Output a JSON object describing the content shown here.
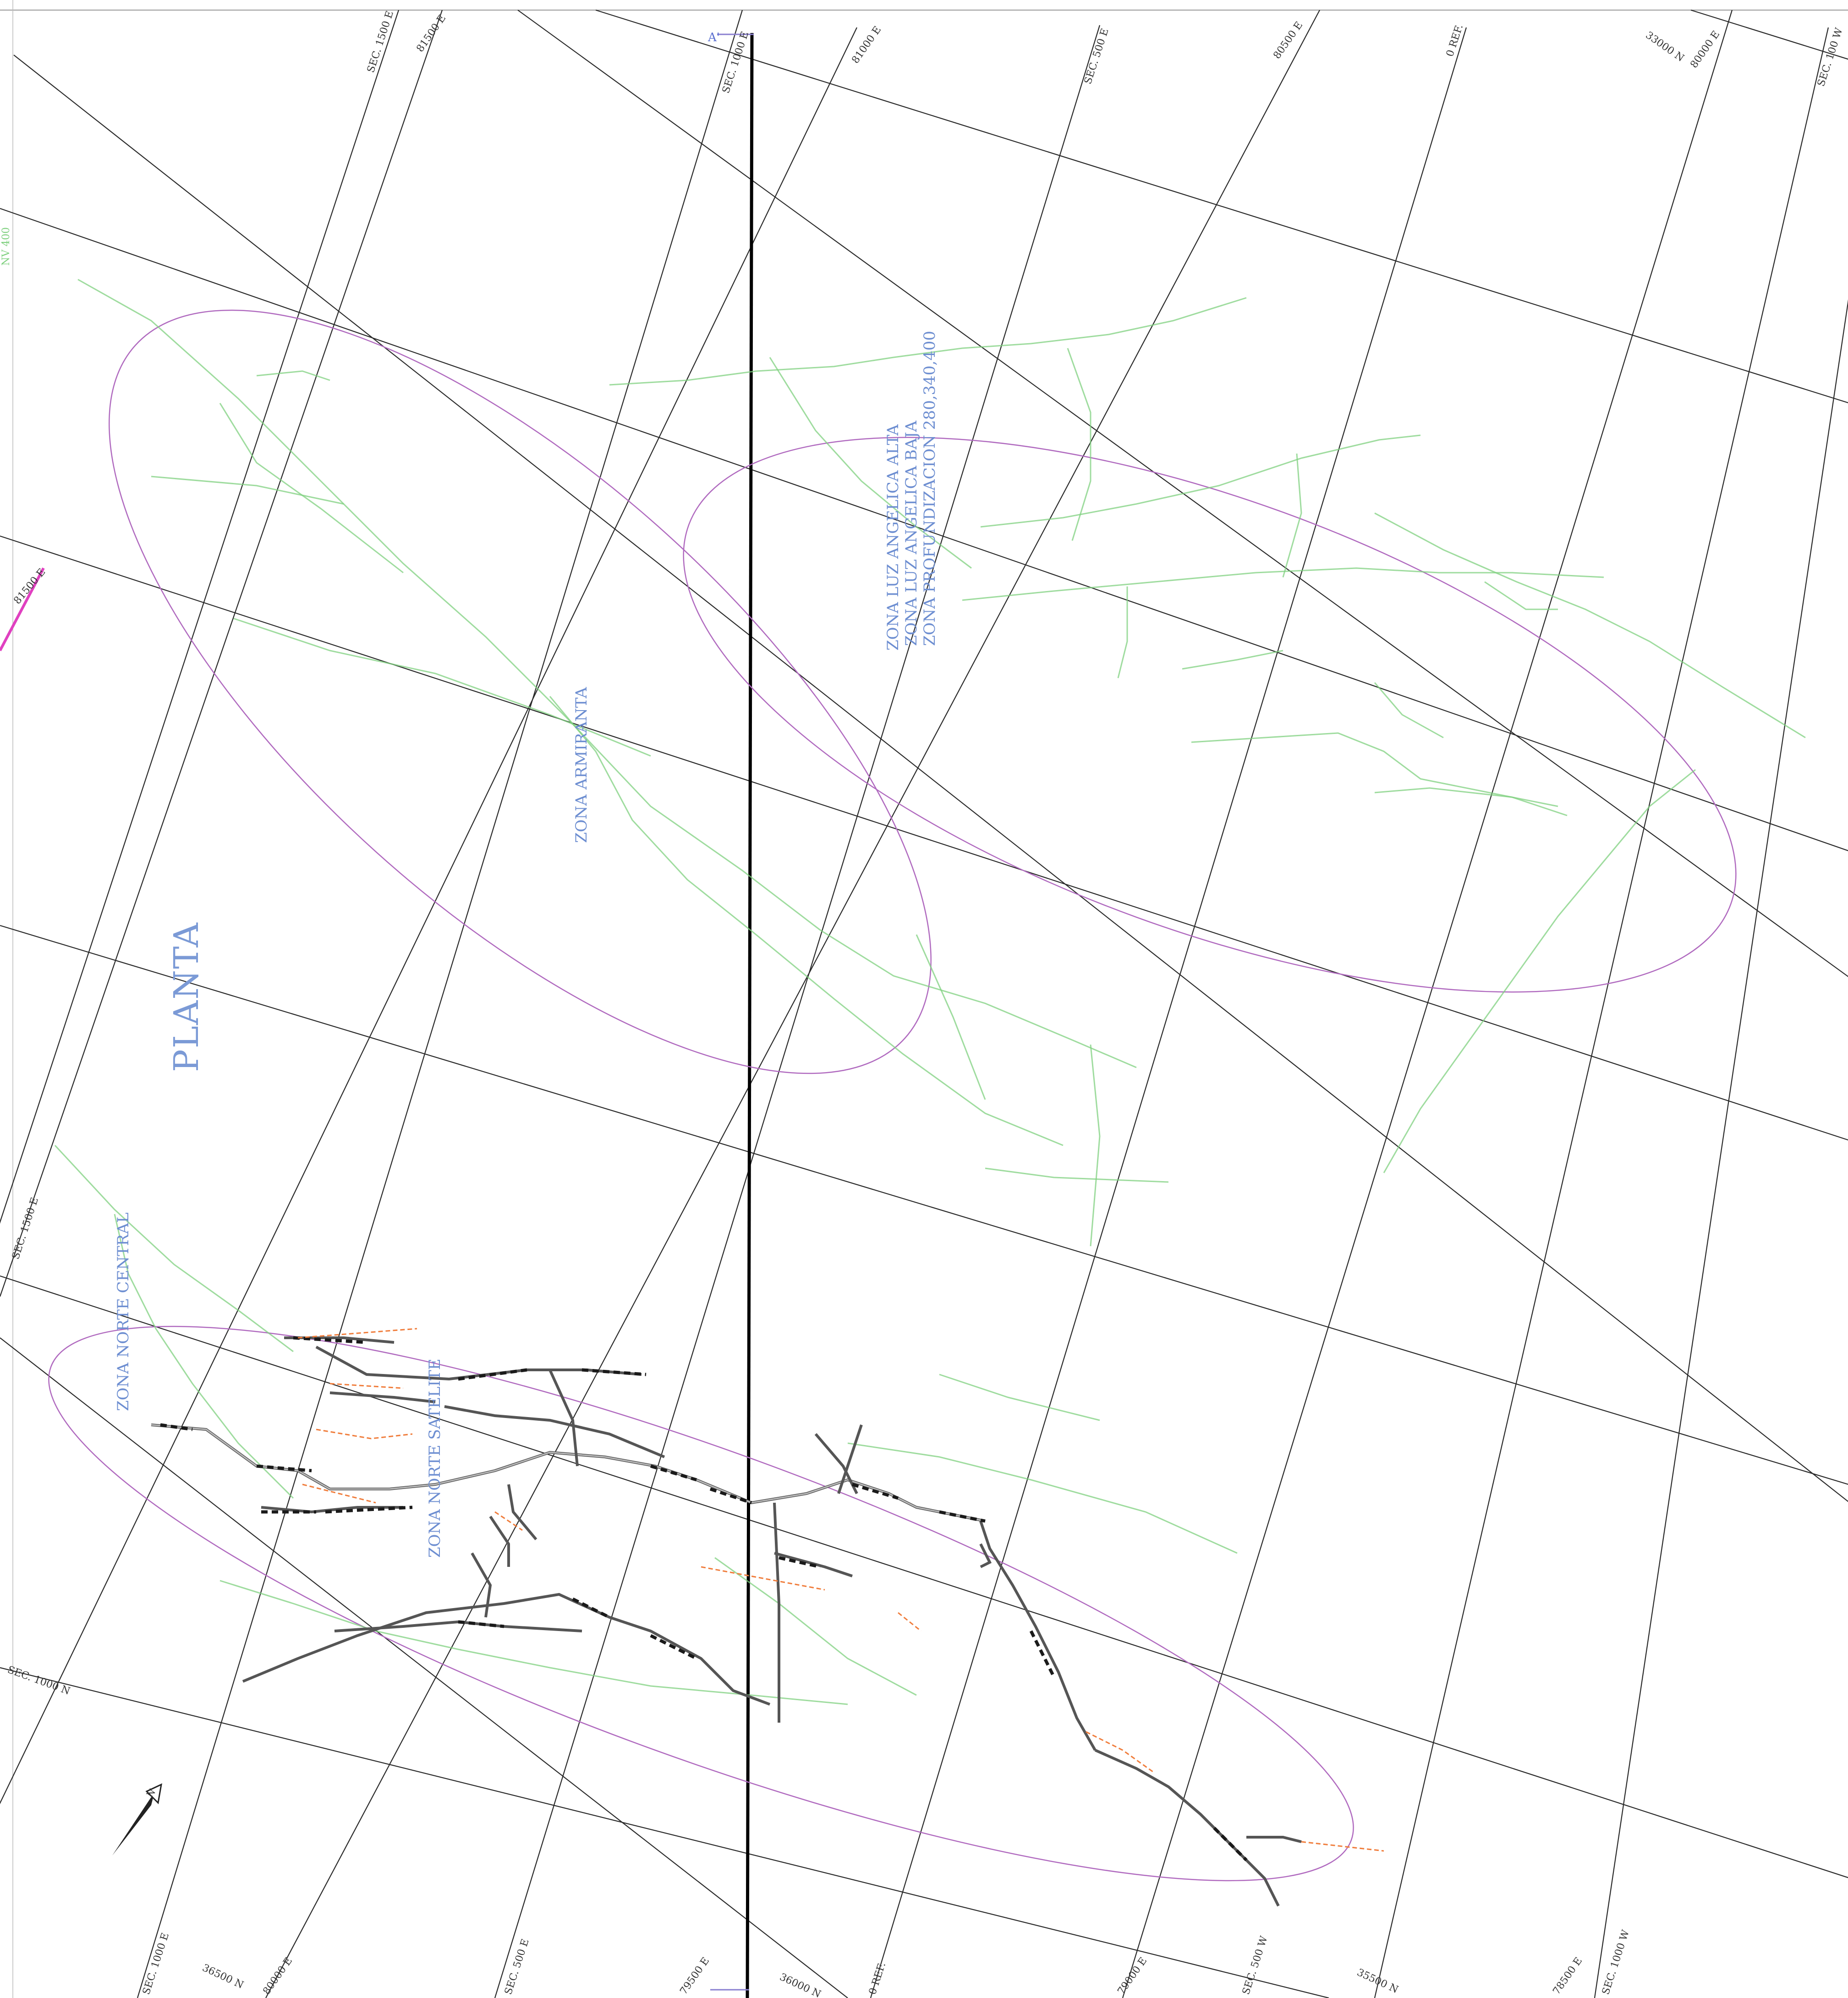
{
  "title": "PLANTA",
  "zones": {
    "armiranta": "ZONA ARMIRANTA",
    "luz_angelica_alta": "ZONA LUZ ANGELICA ALTA",
    "luz_angelica_baja": "ZONA LUZ ANGELICA BAJA",
    "profundizacion": "ZONA PROFUNDIZACION 280,340,400",
    "norte_central": "ZONA NORTE CENTRAL",
    "norte_satelite": "ZONA NORTE SATELITE"
  },
  "top_labels": {
    "sec1500e": "SEC. 1500 E",
    "e81500": "81500 E",
    "sec1000e": "SEC. 1000 E",
    "e81000": "81000 E",
    "sec500e": "SEC. 500 E",
    "e80500": "80500 E",
    "oref": "0 REF.",
    "n33000": "33000 N",
    "e80000": "80000 E",
    "sec100w": "SEC. 100 W"
  },
  "left_labels": {
    "nv400": "NV 400",
    "e81500": "81500 E",
    "sec1500e": "SEC. 1500 E",
    "sec1000n": "SEC. 1000 N"
  },
  "bottom_labels": {
    "sec1000e": "SEC. 1000 E",
    "n36500": "36500 N",
    "e80000": "80000 E",
    "sec500e": "SEC. 500 E",
    "e79500": "79500 E",
    "n36000": "36000 N",
    "oref": "0 REF.",
    "e79000": "79000 E",
    "sec500w": "SEC. 500 W",
    "n35500": "35500 N",
    "e78500": "78500 E",
    "sec1000w": "SEC. 1000 W"
  },
  "section_marker": "A'",
  "north_arrow": "N",
  "colors": {
    "grid": "#2a2a2a",
    "zone_outline": "#b06abf",
    "veins": "#7fd07f",
    "tunnels": "#555555",
    "zone_text": "#6d8ed1",
    "section_line": "#000000",
    "projection": "#f07d3c",
    "magenta_marker": "#e040c0"
  }
}
